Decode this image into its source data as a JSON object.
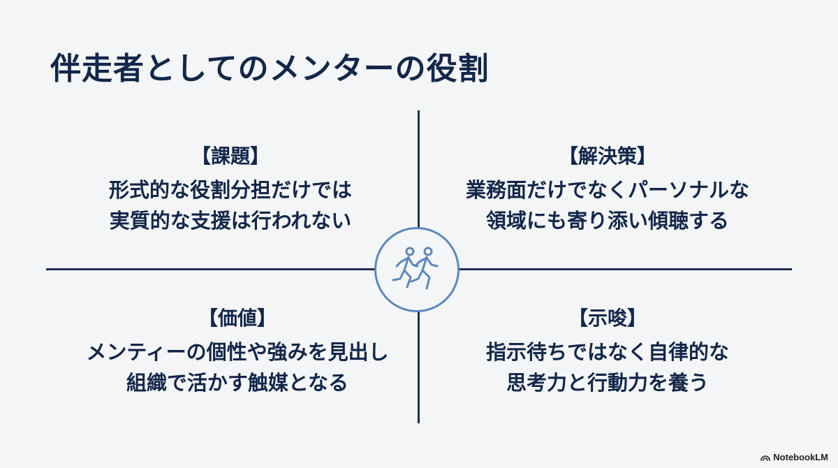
{
  "title": "伴走者としてのメンターの役割",
  "center": {
    "icon": "running-people-icon"
  },
  "quadrants": {
    "top_left": {
      "heading": "【課題】",
      "lines": [
        "形式的な役割分担だけでは",
        "実質的な支援は行われない"
      ]
    },
    "top_right": {
      "heading": "【解決策】",
      "lines": [
        "業務面だけでなくパーソナルな",
        "領域にも寄り添い傾聴する"
      ]
    },
    "bottom_left": {
      "heading": "【価値】",
      "lines": [
        "メンティーの個性や強みを見出し",
        "組織で活かす触媒となる"
      ]
    },
    "bottom_right": {
      "heading": "【示唆】",
      "lines": [
        "指示待ちではなく自律的な",
        "思考力と行動力を養う"
      ]
    }
  },
  "brand": {
    "label": "NotebookLM",
    "icon": "notebooklm-logo-icon"
  },
  "colors": {
    "background": "#f4f5f6",
    "text": "#13274a",
    "lines": "#1b2f55",
    "accent": "#5b88bd"
  }
}
